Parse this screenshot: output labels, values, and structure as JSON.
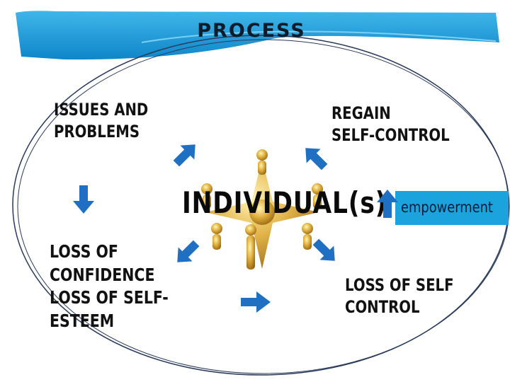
{
  "title": "PROCESS",
  "nodes": {
    "issues": "ISSUES AND\nPROBLEMS",
    "regain": "REGAIN\nSELF-CONTROL",
    "loss_confidence": "LOSS OF\nCONFIDENCE\nLOSS OF SELF-\nESTEEM",
    "loss_control": "LOSS OF SELF\nCONTROL"
  },
  "center": "INDIVIDUAL(s)",
  "empowerment": "empowerment",
  "colors": {
    "arrow": "#1f6fc2",
    "banner": "#1a9ad8",
    "empowerment_box": "#1aa3dd"
  }
}
